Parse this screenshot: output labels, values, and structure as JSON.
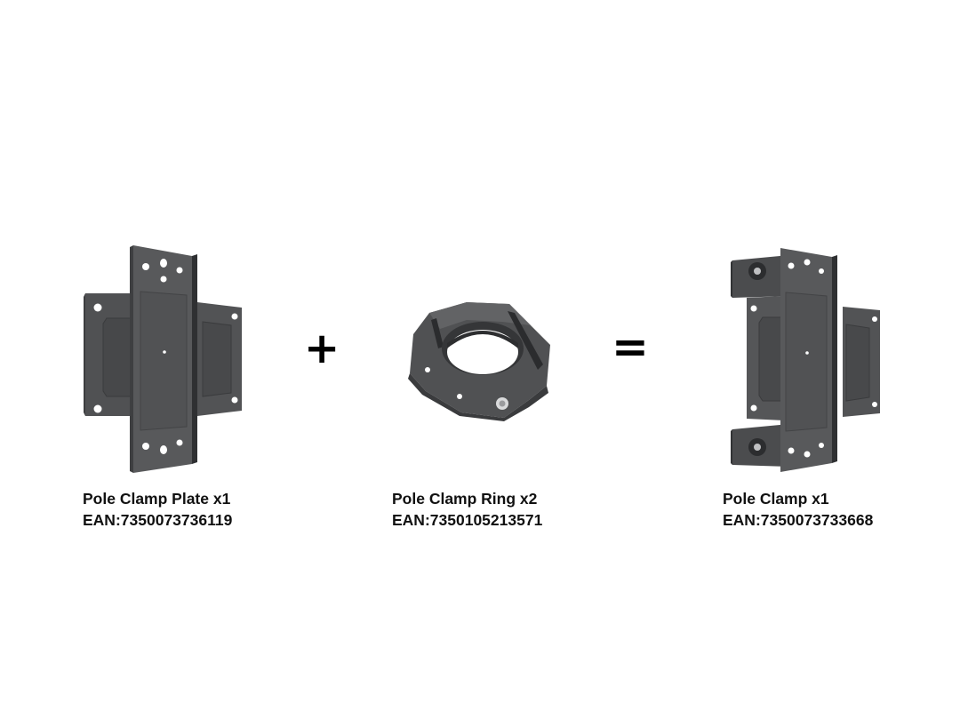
{
  "items": [
    {
      "name": "Pole Clamp Plate x1",
      "ean": "EAN:7350073736119",
      "icon": "pole-clamp-plate-image"
    },
    {
      "name": "Pole Clamp Ring x2",
      "ean": "EAN:7350105213571",
      "icon": "pole-clamp-ring-image"
    },
    {
      "name": "Pole Clamp x1",
      "ean": "EAN:7350073733668",
      "icon": "pole-clamp-assembly-image"
    }
  ],
  "operators": {
    "plus": "+",
    "equals": "="
  },
  "colors": {
    "background": "#ffffff",
    "metal": "#4a4b4d",
    "text": "#111111"
  }
}
